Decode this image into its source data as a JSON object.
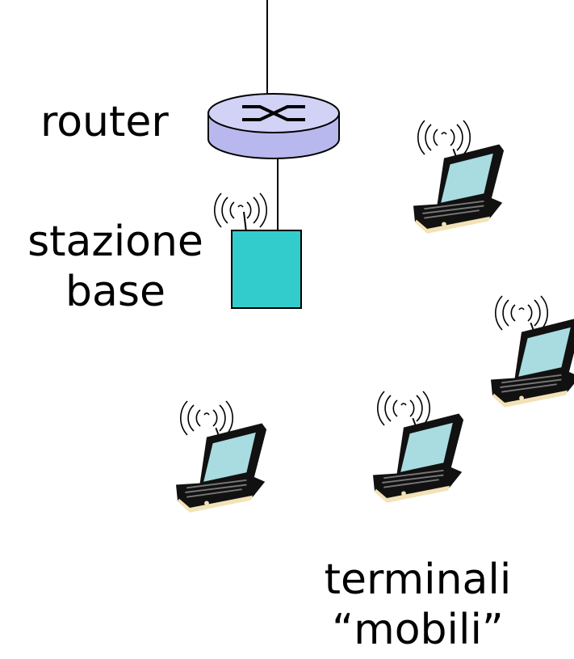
{
  "labels": {
    "router": "router",
    "base_station_line1": "stazione",
    "base_station_line2": "base",
    "terminals_line1": "terminali",
    "terminals_line2": "“mobili”"
  },
  "colors": {
    "router_fill": "#C9C9F2",
    "base_station_fill": "#33CCCC",
    "laptop_screen": "#A8DCE0",
    "laptop_body": "#111111",
    "laptop_base": "#F2E2B6",
    "line": "#000000"
  },
  "icons": {
    "router": "router-icon",
    "base_station": "base-station-icon",
    "laptop": "laptop-icon",
    "signal": "wireless-signal-icon"
  }
}
